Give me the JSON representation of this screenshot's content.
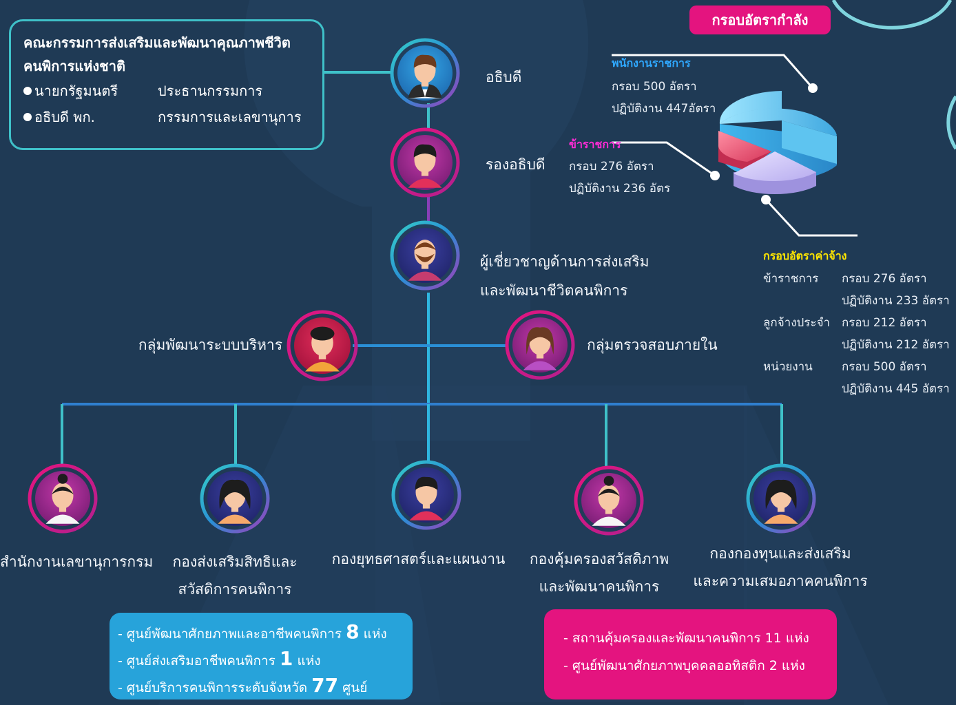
{
  "colors": {
    "background": "#1f3a55",
    "teal_accent": "#3fc1c9",
    "pink_accent": "#e4147f",
    "blue_box": "#27a3da",
    "yellow_label": "#ffe600",
    "magenta_label": "#ff2bd6",
    "blue_label": "#2fa8ff"
  },
  "committee": {
    "title_line1": "คณะกรรมการส่งเสริมและพัฒนาคุณภาพชีวิต",
    "title_line2": "คนพิการแห่งชาติ",
    "members": [
      {
        "name": "นายกรัฐมนตรี",
        "role": "ประธานกรรมการ"
      },
      {
        "name": "อธิบดี พก.",
        "role": "กรรมการและเลขานุการ"
      }
    ]
  },
  "hierarchy": {
    "director": {
      "label": "อธิบดี",
      "icon": "male-suit-avatar-icon"
    },
    "deputy": {
      "label": "รองอธิบดี",
      "icon": "male-avatar-icon"
    },
    "expert": {
      "label_line1": "ผู้เชี่ยวชาญด้านการส่งเสริม",
      "label_line2": "และพัฒนาชีวิตคนพิการ",
      "icon": "bearded-male-avatar-icon"
    },
    "admin_group": {
      "label": "กลุ่มพัฒนาระบบบริหาร",
      "icon": "male-curly-avatar-icon"
    },
    "audit_group": {
      "label": "กลุ่มตรวจสอบภายใน",
      "icon": "female-avatar-icon"
    }
  },
  "divisions": [
    {
      "label_line1": "สำนักงานเลขานุการกรม",
      "label_line2": "",
      "icon": "female-bun-avatar-icon"
    },
    {
      "label_line1": "กองส่งเสริมสิทธิและ",
      "label_line2": "สวัสดิการคนพิการ",
      "icon": "female-curly-avatar-icon"
    },
    {
      "label_line1": "กองยุทธศาสตร์และแผนงาน",
      "label_line2": "",
      "icon": "male-avatar-icon"
    },
    {
      "label_line1": "กองคุ้มครองสวัสดิภาพ",
      "label_line2": "และพัฒนาคนพิการ",
      "icon": "female-bun-avatar-icon"
    },
    {
      "label_line1": "กองกองทุนและส่งเสริม",
      "label_line2": "และความเสมอภาคคนพิการ",
      "icon": "female-curly-avatar-icon"
    }
  ],
  "manpower": {
    "title": "กรอบอัตรากำลัง",
    "civil_employees": {
      "heading": "พนักงานราชการ",
      "frame": "กรอบ 500 อัตรา",
      "working": "ปฏิบัติงาน 447อัตรา"
    },
    "civil_servants": {
      "heading": "ข้าราชการ",
      "frame": "กรอบ 276 อัตรา",
      "working": "ปฏิบัติงาน 236 อัตร"
    },
    "wage": {
      "heading": "กรอบอัตราค่าจ้าง",
      "rows": [
        {
          "name": "ข้าราชการ",
          "frame": "กรอบ 276 อัตรา",
          "working": "ปฏิบัติงาน 233 อัตรา"
        },
        {
          "name": "ลูกจ้างประจำ",
          "frame": "กรอบ 212 อัตรา",
          "working": "ปฏิบัติงาน 212 อัตรา"
        },
        {
          "name": "หน่วยงาน",
          "frame": "กรอบ 500 อัตรา",
          "working": "ปฏิบัติงาน 445 อัตรา"
        }
      ]
    }
  },
  "centers_blue": [
    {
      "prefix": "- ศูนย์พัฒนาศักยภาพและอาชีพคนพิการ",
      "num": "8",
      "suffix": "แห่ง"
    },
    {
      "prefix": "- ศูนย์ส่งเสริมอาชีพคนพิการ",
      "num": "1",
      "suffix": "แห่ง"
    },
    {
      "prefix": "- ศูนย์บริการคนพิการระดับจังหวัด",
      "num": "77",
      "suffix": "ศูนย์"
    }
  ],
  "centers_pink": [
    "- สถานคุ้มครองและพัฒนาคนพิการ 11 แห่ง",
    "- ศูนย์พัฒนาศักยภาพบุคคลออทิสติก 2 แห่ง"
  ]
}
